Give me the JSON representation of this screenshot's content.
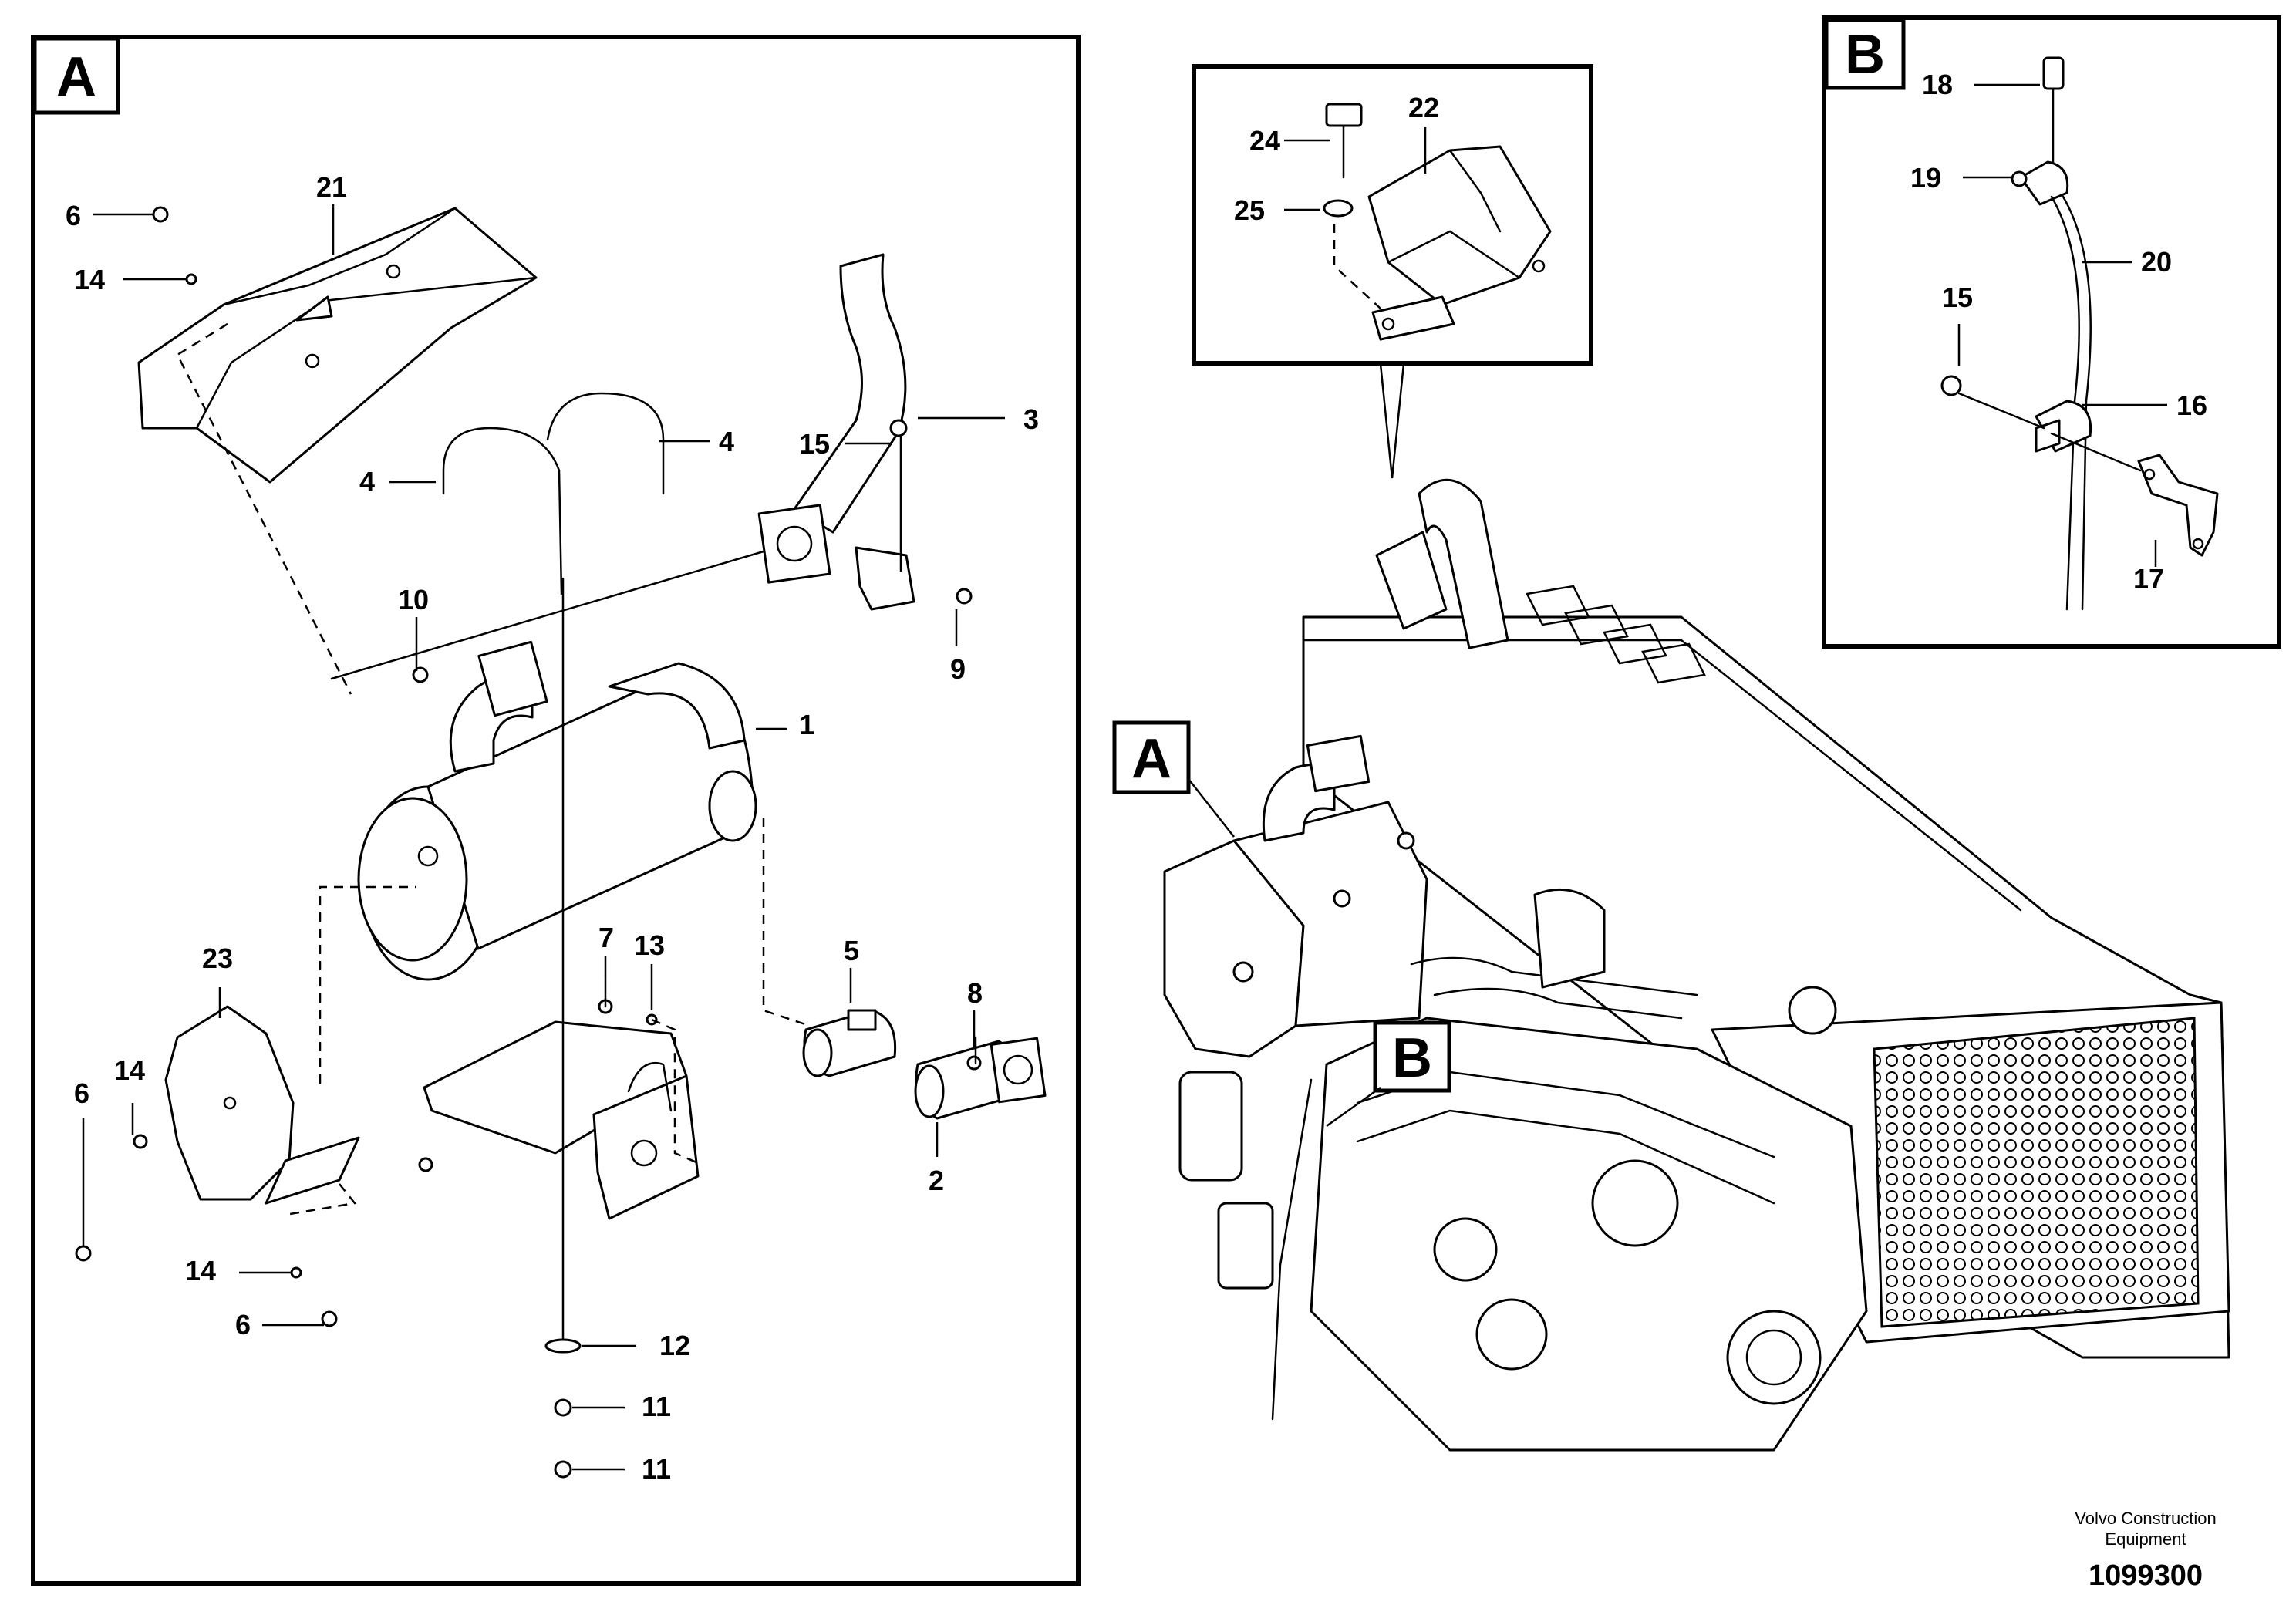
{
  "detail_tags": {
    "a": "A",
    "b": "B"
  },
  "callouts": {
    "c1": "1",
    "c2": "2",
    "c3": "3",
    "c4a": "4",
    "c4b": "4",
    "c5": "5",
    "c6a": "6",
    "c6b": "6",
    "c6c": "6",
    "c7": "7",
    "c8": "8",
    "c9": "9",
    "c10": "10",
    "c11a": "11",
    "c11b": "11",
    "c12": "12",
    "c13": "13",
    "c14a": "14",
    "c14b": "14",
    "c14c": "14",
    "c15a": "15",
    "c15b": "15",
    "c16": "16",
    "c17": "17",
    "c18": "18",
    "c19": "19",
    "c20": "20",
    "c21": "21",
    "c22": "22",
    "c23": "23",
    "c24": "24",
    "c25": "25"
  },
  "footer": {
    "brand_line1": "Volvo Construction",
    "brand_line2": "Equipment",
    "drawing_number": "1099300"
  }
}
